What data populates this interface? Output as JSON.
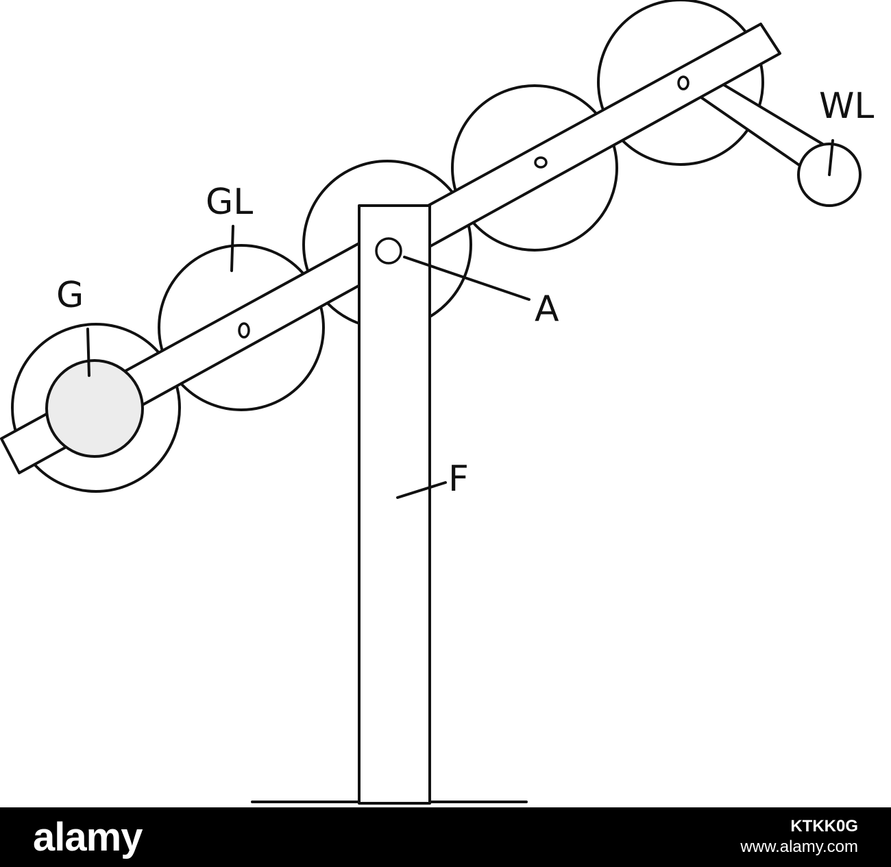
{
  "diagram": {
    "labels": {
      "G": "G",
      "GL": "GL",
      "A": "A",
      "F": "F",
      "WL": "WL"
    }
  },
  "watermark": {
    "brand": "alamy",
    "image_code": "KTKK0G",
    "site": "www.alamy.com"
  }
}
